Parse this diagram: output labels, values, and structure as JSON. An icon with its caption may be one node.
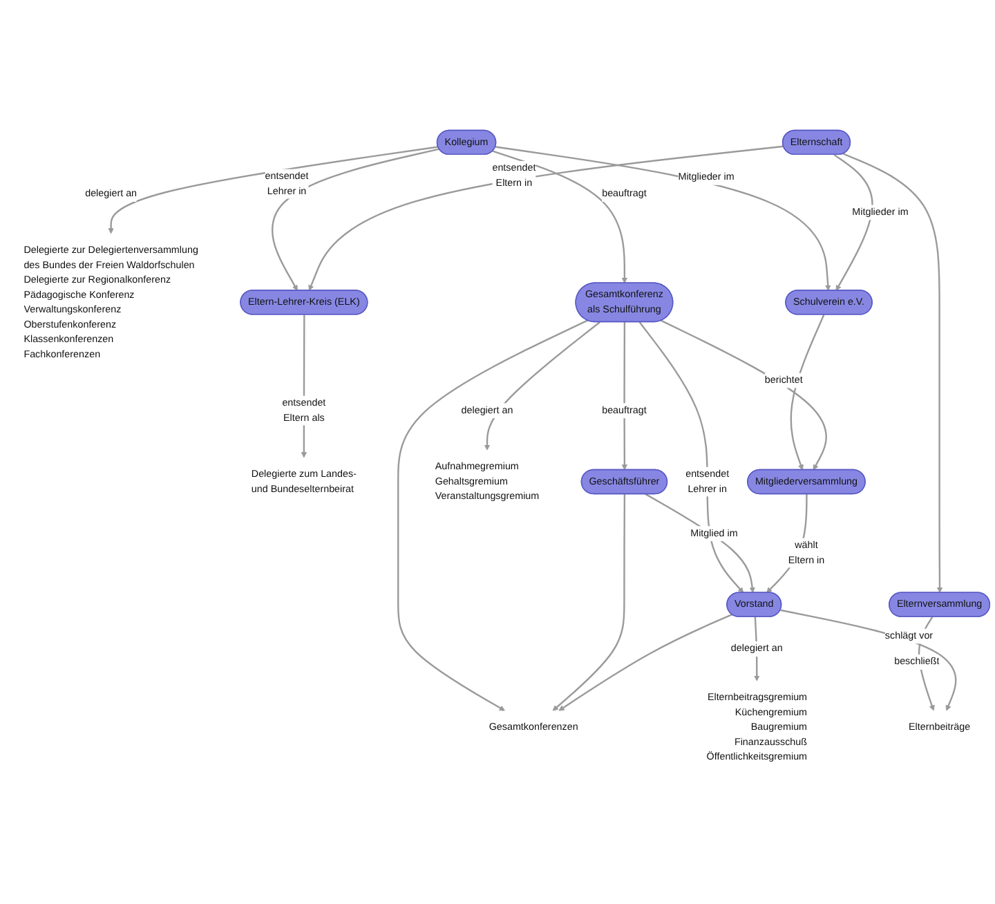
{
  "diagram": {
    "nodes": [
      {
        "text": [
          "Delegierte zur Delegiertenversammlung des Bundes der Freien Waldorfschulen",
          "Delegierte zur Regionalkonferenz",
          "Pädagogische Konferenz",
          "Verwaltungskonferenz",
          "Oberstufenkonferenz",
          "Klassenkonferenzen",
          "Fachkonferenzen"
        ]
      },
      {
        "text": [
          "Eltern-Lehrer-Kreis (ELK)"
        ]
      },
      {
        "text": [
          "Delegierte zum Landes- und Bundeselternbeirat"
        ]
      },
      {
        "text": [
          "Kollegium"
        ]
      },
      {
        "text": [
          "Schulverein e.V."
        ]
      },
      {
        "text": [
          "Elternschaft"
        ]
      },
      {
        "text": [
          "Gesamtkonferenz als Schulführung"
        ]
      },
      {
        "text": [
          "Mitgliederversammlung"
        ]
      },
      {
        "text": [
          "Elternversammlung"
        ]
      },
      {
        "text": [
          "Aufnahmegremium",
          "Gehaltsgremium",
          "Veranstaltungsgremium"
        ]
      },
      {
        "text": [
          "Elternbeiträge"
        ]
      },
      {
        "text": [
          "Geschäftsführer"
        ]
      },
      {
        "text": [
          "Vorstand"
        ]
      },
      {
        "text": [
          "Gesamtkonferenzen"
        ]
      },
      {
        "text": [
          "Elternbeitragsgremium",
          "Küchengremium",
          "Baugremium",
          "Finanzausschuß",
          "Öffentlichkeitsgremium"
        ]
      }
    ],
    "edges": [
      {
        "from": 3,
        "to": 0,
        "arrow": "to",
        "label": "delegiert an"
      },
      {
        "from": 3,
        "to": 1,
        "arrow": "to",
        "label": "entsendet Lehrer in"
      },
      {
        "from": 1,
        "to": 2,
        "arrow": "to",
        "label": "entsendet Eltern als"
      },
      {
        "from": 5,
        "to": 1,
        "arrow": "to",
        "label": "entsendet Eltern in"
      },
      {
        "from": 3,
        "to": 4,
        "arrow": "to",
        "label": "Mitglieder im"
      },
      {
        "from": 5,
        "to": 4,
        "arrow": "to",
        "label": "Mitglieder im"
      },
      {
        "from": 3,
        "to": 6,
        "arrow": "to",
        "label": "beauftragt"
      },
      {
        "from": 4,
        "to": 7,
        "arrow": "to"
      },
      {
        "from": 5,
        "to": 8,
        "arrow": "to"
      },
      {
        "from": 6,
        "to": 7,
        "arrow": "to",
        "label": "berichtet"
      },
      {
        "from": 6,
        "to": 9,
        "arrow": "to",
        "label": "delegiert an"
      },
      {
        "from": 6,
        "to": 11,
        "arrow": "to",
        "label": "beauftragt"
      },
      {
        "from": 6,
        "to": 12,
        "arrow": "to",
        "label": "entsendet Lehrer in"
      },
      {
        "from": 6,
        "to": 13,
        "arrow": "to"
      },
      {
        "from": 11,
        "to": 12,
        "arrow": "to",
        "label": "Mitglied im"
      },
      {
        "from": 7,
        "to": 12,
        "arrow": "to",
        "label": "wählt Eltern in"
      },
      {
        "from": 8,
        "to": 10,
        "arrow": "to",
        "label": "beschließt"
      },
      {
        "from": 11,
        "to": 13,
        "arrow": "to"
      },
      {
        "from": 12,
        "to": 13,
        "arrow": "to"
      },
      {
        "from": 12,
        "to": 10,
        "arrow": "to",
        "label": "schlägt vor"
      },
      {
        "from": 12,
        "to": 14,
        "arrow": "to",
        "label": "delegiert an"
      }
    ]
  }
}
